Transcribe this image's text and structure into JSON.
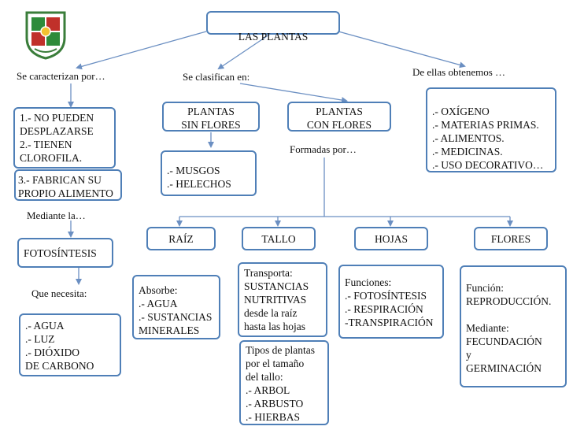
{
  "title": "LAS  PLANTAS",
  "labels": {
    "caracterizan": "Se caracterizan por…",
    "clasifican": "Se clasifican en:",
    "obtenemos": "De ellas obtenemos …",
    "formadas": "Formadas por…",
    "mediante": "Mediante la…",
    "necesita": "Que necesita:"
  },
  "boxes": {
    "no_pueden": "1.- NO PUEDEN\nDESPLAZARSE\n2.- TIENEN\nCLOROFILA.",
    "fabrican": "3.- FABRICAN SU\nPROPIO ALIMENTO",
    "fotosintesis": "FOTOSÍNTESIS",
    "necesidades": ".- AGUA\n.- LUZ\n.- DIÓXIDO\n    DE CARBONO",
    "sin_flores": "PLANTAS\nSIN FLORES",
    "con_flores": "PLANTAS\nCON FLORES",
    "musgos": ".- MUSGOS\n.- HELECHOS",
    "productos": ".- OXÍGENO\n.- MATERIAS PRIMAS.\n.- ALIMENTOS.\n.- MEDICINAS.\n.- USO DECORATIVO…",
    "raiz": "RAÍZ",
    "tallo": "TALLO",
    "hojas": "HOJAS",
    "flores": "FLORES",
    "absorbe": "Absorbe:\n.- AGUA\n.- SUSTANCIAS\n    MINERALES",
    "transporta": "Transporta:\nSUSTANCIAS\nNUTRITIVAS\ndesde la raíz\nhasta las hojas",
    "tipos": "Tipos de plantas\npor el  tamaño\ndel tallo:\n.- ARBOL\n.- ARBUSTO\n.- HIERBAS",
    "funciones": "Funciones:\n.- FOTOSÍNTESIS\n.- RESPIRACIÓN\n-TRANSPIRACIÓN",
    "funcion_flores": "Función:\nREPRODUCCIÓN.\n\nMediante:\nFECUNDACIÓN\n          y\nGERMINACIÓN"
  },
  "colors": {
    "border": "#4f7fb7",
    "line": "#6b8fc2"
  },
  "logo": "school-crest-logo"
}
